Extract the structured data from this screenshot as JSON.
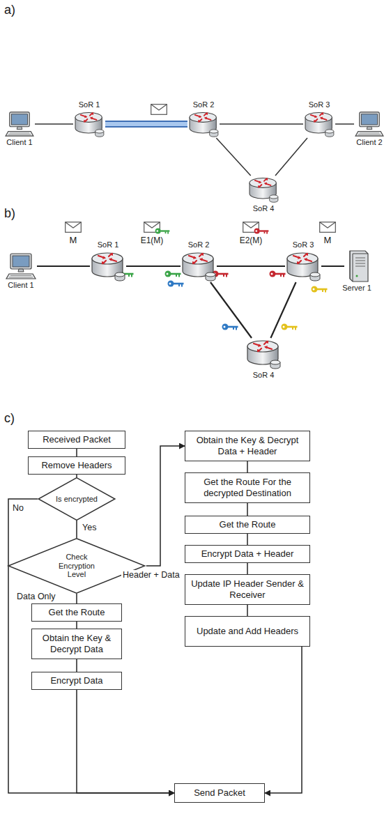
{
  "diagram": {
    "nodes": [
      {
        "text": [
          "Client 1"
        ]
      },
      {
        "text": [
          "SoR 1"
        ]
      },
      {
        "text": [
          "SoR 2"
        ]
      },
      {
        "text": [
          "SoR 3"
        ]
      },
      {
        "text": [
          "Client 2"
        ]
      },
      {
        "text": [
          "SoR 4"
        ]
      },
      {
        "text": [
          "Client 1"
        ]
      },
      {
        "text": [
          "SoR 1"
        ]
      },
      {
        "text": [
          "SoR 2"
        ]
      },
      {
        "text": [
          "SoR 3"
        ]
      },
      {
        "text": [
          "Server 1"
        ]
      },
      {
        "text": [
          "SoR 4"
        ]
      },
      {
        "text": [
          "Received Packet"
        ]
      },
      {
        "text": [
          "Remove Headers"
        ]
      },
      {
        "text": [
          "Is encrypted"
        ]
      },
      {
        "text": [
          "Check Encryption Level"
        ]
      },
      {
        "text": [
          "Get the Route"
        ]
      },
      {
        "text": [
          "Obtain the Key & Decrypt Data"
        ]
      },
      {
        "text": [
          "Encrypt Data"
        ]
      },
      {
        "text": [
          "Obtain the Key & Decrypt Data + Header"
        ]
      },
      {
        "text": [
          "Get the Route For the decrypted Destination"
        ]
      },
      {
        "text": [
          "Get the Route"
        ]
      },
      {
        "text": [
          "Encrypt Data + Header"
        ]
      },
      {
        "text": [
          "Update IP Header Sender & Receiver"
        ]
      },
      {
        "text": [
          "Update and Add Headers"
        ]
      },
      {
        "text": [
          "Send Packet"
        ]
      }
    ],
    "edges": [
      {
        "from": 0,
        "to": 1,
        "arrow": "none"
      },
      {
        "from": 1,
        "to": 2,
        "arrow": "none"
      },
      {
        "from": 2,
        "to": 3,
        "arrow": "none"
      },
      {
        "from": 3,
        "to": 4,
        "arrow": "none"
      },
      {
        "from": 2,
        "to": 5,
        "arrow": "none"
      },
      {
        "from": 5,
        "to": 3,
        "arrow": "none"
      },
      {
        "from": 6,
        "to": 7,
        "arrow": "none"
      },
      {
        "from": 7,
        "to": 8,
        "arrow": "none"
      },
      {
        "from": 8,
        "to": 9,
        "arrow": "none"
      },
      {
        "from": 9,
        "to": 10,
        "arrow": "none"
      },
      {
        "from": 8,
        "to": 11,
        "arrow": "none"
      },
      {
        "from": 11,
        "to": 9,
        "arrow": "none"
      },
      {
        "from": 12,
        "to": 13,
        "arrow": "none"
      },
      {
        "from": 13,
        "to": 14,
        "arrow": "none"
      },
      {
        "from": 14,
        "to": 15,
        "arrow": "none",
        "label": "Yes"
      },
      {
        "from": 14,
        "to": 25,
        "arrow": "to",
        "label": "No"
      },
      {
        "from": 15,
        "to": 16,
        "arrow": "none",
        "label": "Data Only"
      },
      {
        "from": 15,
        "to": 19,
        "arrow": "to",
        "label": "Header + Data"
      },
      {
        "from": 16,
        "to": 17,
        "arrow": "none"
      },
      {
        "from": 17,
        "to": 18,
        "arrow": "none"
      },
      {
        "from": 18,
        "to": 25,
        "arrow": "to"
      },
      {
        "from": 19,
        "to": 20,
        "arrow": "none"
      },
      {
        "from": 20,
        "to": 21,
        "arrow": "none"
      },
      {
        "from": 21,
        "to": 22,
        "arrow": "none"
      },
      {
        "from": 22,
        "to": 23,
        "arrow": "none"
      },
      {
        "from": 23,
        "to": 24,
        "arrow": "none"
      },
      {
        "from": 24,
        "to": 25,
        "arrow": "to"
      }
    ],
    "labels": [
      "a)",
      "b)",
      "c)",
      "M",
      "E1(M)",
      "E2(M)",
      "M"
    ]
  }
}
